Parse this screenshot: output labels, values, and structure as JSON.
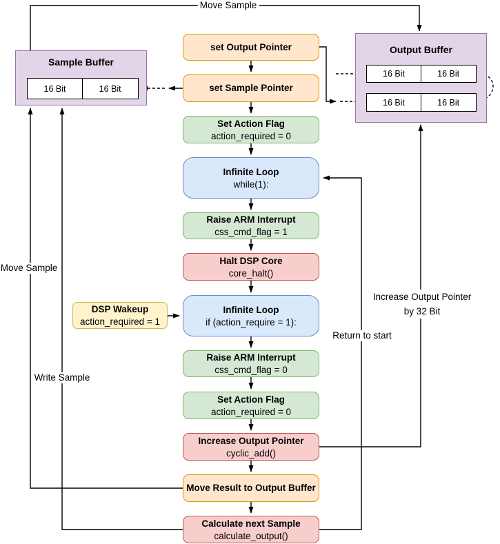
{
  "palette": {
    "orange_fill": "#FFE6CC",
    "orange_stroke": "#D79B00",
    "yellow_fill": "#FFF2CC",
    "yellow_stroke": "#D6B656",
    "green_fill": "#D5E8D4",
    "green_stroke": "#82B366",
    "blue_fill": "#DAE8FC",
    "blue_stroke": "#6C8EBF",
    "red_fill": "#F8CECC",
    "red_stroke": "#B85450",
    "purple_fill": "#E1D5E7",
    "purple_stroke": "#9673A6",
    "line": "#000000"
  },
  "buffers": {
    "sample": {
      "title": "Sample Buffer",
      "cells": [
        "16 Bit",
        "16 Bit"
      ]
    },
    "output": {
      "title": "Output Buffer",
      "rows": [
        [
          "16 Bit",
          "16 Bit"
        ],
        [
          "16 Bit",
          "16 Bit"
        ]
      ]
    }
  },
  "flow": [
    {
      "title": "set Output Pointer",
      "subtitle": "",
      "color": "orange"
    },
    {
      "title": "set Sample Pointer",
      "subtitle": "",
      "color": "orange"
    },
    {
      "title": "Set Action Flag",
      "subtitle": "action_required = 0",
      "color": "green"
    },
    {
      "title": "Infinite Loop",
      "subtitle": "while(1):",
      "color": "blue"
    },
    {
      "title": "Raise ARM Interrupt",
      "subtitle": "css_cmd_flag = 1",
      "color": "green"
    },
    {
      "title": "Halt DSP Core",
      "subtitle": "core_halt()",
      "color": "red"
    },
    {
      "title": "Infinite Loop",
      "subtitle": "if (action_require = 1):",
      "color": "blue"
    },
    {
      "title": "Raise ARM Interrupt",
      "subtitle": "css_cmd_flag = 0",
      "color": "green"
    },
    {
      "title": "Set Action Flag",
      "subtitle": "action_required = 0",
      "color": "green"
    },
    {
      "title": "Increase Output Pointer",
      "subtitle": "cyclic_add()",
      "color": "red"
    },
    {
      "title": "Move Result to Output Buffer",
      "subtitle": "",
      "color": "orange"
    },
    {
      "title": "Calculate next Sample",
      "subtitle": "calculate_output()",
      "color": "red"
    }
  ],
  "wakeup": {
    "title": "DSP Wakeup",
    "subtitle": "action_required = 1"
  },
  "labels": {
    "move_sample_top": "Move Sample",
    "move_sample_left": "Move Sample",
    "write_sample": "Write Sample",
    "return_to_start": "Return to start",
    "increase_line1": "Increase Output Pointer",
    "increase_line2": "by 32 Bit"
  }
}
